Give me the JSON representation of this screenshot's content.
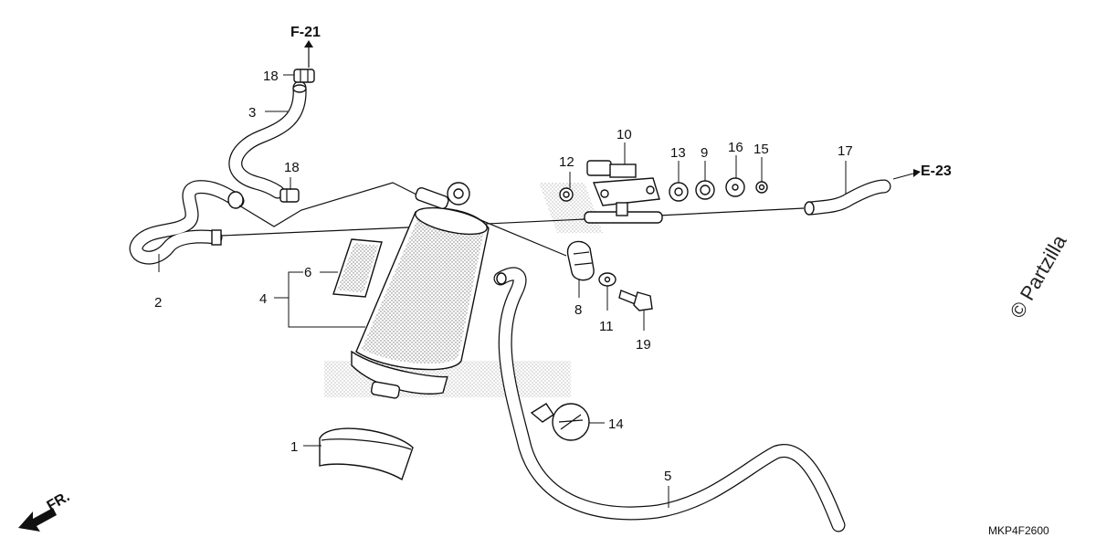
{
  "references": {
    "top": "F-21",
    "right": "E-23"
  },
  "front_indicator": "FR.",
  "diagram_code": "MKP4F2600",
  "watermark": "© Partzilla",
  "callouts": {
    "c1": "1",
    "c2": "2",
    "c3": "3",
    "c4": "4",
    "c5": "5",
    "c6": "6",
    "c8": "8",
    "c9": "9",
    "c10": "10",
    "c11": "11",
    "c12": "12",
    "c13": "13",
    "c14": "14",
    "c15": "15",
    "c16": "16",
    "c17": "17",
    "c18a": "18",
    "c18b": "18",
    "c19": "19"
  }
}
